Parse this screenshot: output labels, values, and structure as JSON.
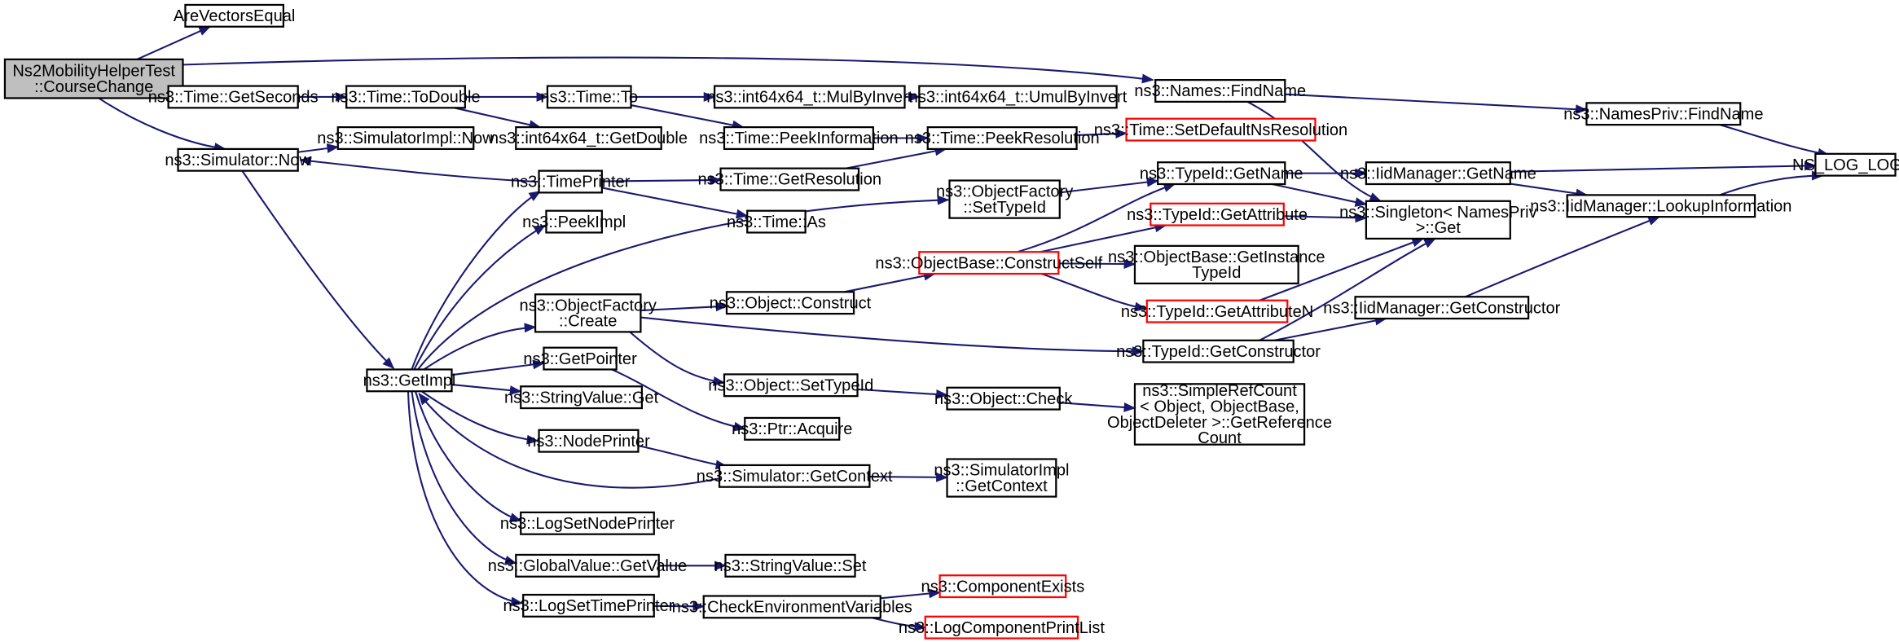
{
  "diagram": {
    "colors": {
      "edge": "#191970",
      "box_border": "#000000",
      "truncated_border": "#ff0000",
      "root_fill": "#bfbfbf",
      "box_fill": "#ffffff"
    },
    "nodes": {
      "root": {
        "lines": [
          "Ns2MobilityHelperTest",
          "::CourseChange"
        ],
        "style": "root"
      },
      "are_vectors_equal": {
        "lines": [
          "AreVectorsEqual"
        ]
      },
      "time_get_seconds": {
        "lines": [
          "ns3::Time::GetSeconds"
        ]
      },
      "time_to_double": {
        "lines": [
          "ns3::Time::ToDouble"
        ]
      },
      "time_to": {
        "lines": [
          "ns3::Time::To"
        ]
      },
      "int64_mul_by_invert": {
        "lines": [
          "ns3::int64x64_t::MulByInvert"
        ]
      },
      "int64_umul_by_invert": {
        "lines": [
          "ns3::int64x64_t::UmulByInvert"
        ]
      },
      "int64_get_double": {
        "lines": [
          "ns3::int64x64_t::GetDouble"
        ]
      },
      "time_peek_information": {
        "lines": [
          "ns3::Time::PeekInformation"
        ]
      },
      "time_peek_resolution": {
        "lines": [
          "ns3::Time::PeekResolution"
        ]
      },
      "time_set_default_ns_resolution": {
        "lines": [
          "ns3::Time::SetDefaultNsResolution"
        ],
        "style": "red"
      },
      "names_find_name": {
        "lines": [
          "ns3::Names::FindName"
        ]
      },
      "names_priv_find_name": {
        "lines": [
          "ns3::NamesPriv::FindName"
        ]
      },
      "ns_log_logic": {
        "lines": [
          "NS_LOG_LOGIC"
        ]
      },
      "simulator_now": {
        "lines": [
          "ns3::Simulator::Now"
        ]
      },
      "simulator_impl_now": {
        "lines": [
          "ns3::SimulatorImpl::Now"
        ]
      },
      "time_printer": {
        "lines": [
          "ns3::TimePrinter"
        ]
      },
      "time_get_resolution": {
        "lines": [
          "ns3::Time::GetResolution"
        ]
      },
      "time_as": {
        "lines": [
          "ns3::Time::As"
        ]
      },
      "peek_impl": {
        "lines": [
          "ns3::PeekImpl"
        ]
      },
      "object_factory_set_type_id": {
        "lines": [
          "ns3::ObjectFactory",
          "::SetTypeId"
        ]
      },
      "type_id_get_name": {
        "lines": [
          "ns3::TypeId::GetName"
        ]
      },
      "iid_manager_get_name": {
        "lines": [
          "ns3::IidManager::GetName"
        ]
      },
      "iid_manager_lookup_information": {
        "lines": [
          "ns3::IidManager::LookupInformation"
        ]
      },
      "singleton_get": {
        "lines": [
          "ns3::Singleton< NamesPriv",
          " >::Get"
        ]
      },
      "type_id_get_attribute": {
        "lines": [
          "ns3::TypeId::GetAttribute"
        ],
        "style": "red"
      },
      "object_base_construct_self": {
        "lines": [
          "ns3::ObjectBase::ConstructSelf"
        ],
        "style": "red"
      },
      "object_base_get_instance_type_id": {
        "lines": [
          "ns3::ObjectBase::GetInstance",
          "TypeId"
        ]
      },
      "type_id_get_attribute_n": {
        "lines": [
          "ns3::TypeId::GetAttributeN"
        ],
        "style": "red"
      },
      "object_factory_create": {
        "lines": [
          "ns3::ObjectFactory",
          "::Create"
        ]
      },
      "object_construct": {
        "lines": [
          "ns3::Object::Construct"
        ]
      },
      "iid_manager_get_constructor": {
        "lines": [
          "ns3::IidManager::GetConstructor"
        ]
      },
      "type_id_get_constructor": {
        "lines": [
          "ns3::TypeId::GetConstructor"
        ]
      },
      "get_impl": {
        "lines": [
          "ns3::GetImpl"
        ]
      },
      "get_pointer": {
        "lines": [
          "ns3::GetPointer"
        ]
      },
      "object_set_type_id": {
        "lines": [
          "ns3::Object::SetTypeId"
        ]
      },
      "object_check": {
        "lines": [
          "ns3::Object::Check"
        ]
      },
      "simple_ref_count": {
        "lines": [
          "ns3::SimpleRefCount",
          "< Object, ObjectBase,",
          " ObjectDeleter >::GetReference",
          "Count"
        ]
      },
      "string_value_get": {
        "lines": [
          "ns3::StringValue::Get"
        ]
      },
      "ptr_acquire": {
        "lines": [
          "ns3::Ptr::Acquire"
        ]
      },
      "node_printer": {
        "lines": [
          "ns3::NodePrinter"
        ]
      },
      "simulator_get_context": {
        "lines": [
          "ns3::Simulator::GetContext"
        ]
      },
      "simulator_impl_get_context": {
        "lines": [
          "ns3::SimulatorImpl",
          "::GetContext"
        ]
      },
      "log_set_node_printer": {
        "lines": [
          "ns3::LogSetNodePrinter"
        ]
      },
      "global_value_get_value": {
        "lines": [
          "ns3::GlobalValue::GetValue"
        ]
      },
      "string_value_set": {
        "lines": [
          "ns3::StringValue::Set"
        ]
      },
      "log_set_time_printer": {
        "lines": [
          "ns3::LogSetTimePrinter"
        ]
      },
      "check_environment_variables": {
        "lines": [
          "ns3::CheckEnvironmentVariables"
        ]
      },
      "component_exists": {
        "lines": [
          "ns3::ComponentExists"
        ],
        "style": "red"
      },
      "log_component_print_list": {
        "lines": [
          "ns3::LogComponentPrintList"
        ],
        "style": "red"
      }
    },
    "edges": [
      [
        "root",
        "are_vectors_equal"
      ],
      [
        "root",
        "names_find_name"
      ],
      [
        "root",
        "time_get_seconds"
      ],
      [
        "root",
        "simulator_now"
      ],
      [
        "time_get_seconds",
        "time_to_double"
      ],
      [
        "time_to_double",
        "time_to"
      ],
      [
        "time_to_double",
        "int64_get_double"
      ],
      [
        "time_to",
        "int64_mul_by_invert"
      ],
      [
        "time_to",
        "time_peek_information"
      ],
      [
        "int64_mul_by_invert",
        "int64_umul_by_invert"
      ],
      [
        "time_peek_information",
        "time_peek_resolution"
      ],
      [
        "time_peek_resolution",
        "time_set_default_ns_resolution"
      ],
      [
        "names_find_name",
        "names_priv_find_name"
      ],
      [
        "names_find_name",
        "singleton_get"
      ],
      [
        "names_priv_find_name",
        "ns_log_logic"
      ],
      [
        "simulator_now",
        "simulator_impl_now"
      ],
      [
        "simulator_now",
        "get_impl"
      ],
      [
        "time_printer",
        "simulator_now"
      ],
      [
        "time_printer",
        "time_get_resolution"
      ],
      [
        "time_printer",
        "time_as"
      ],
      [
        "time_get_resolution",
        "time_peek_resolution"
      ],
      [
        "get_impl",
        "time_printer"
      ],
      [
        "get_impl",
        "peek_impl"
      ],
      [
        "get_impl",
        "object_factory_set_type_id"
      ],
      [
        "get_impl",
        "object_factory_create"
      ],
      [
        "get_impl",
        "get_pointer"
      ],
      [
        "get_impl",
        "string_value_get"
      ],
      [
        "get_impl",
        "node_printer"
      ],
      [
        "get_impl",
        "log_set_node_printer"
      ],
      [
        "get_impl",
        "global_value_get_value"
      ],
      [
        "get_impl",
        "log_set_time_printer"
      ],
      [
        "simulator_get_context",
        "get_impl"
      ],
      [
        "object_factory_set_type_id",
        "type_id_get_name"
      ],
      [
        "type_id_get_name",
        "iid_manager_get_name"
      ],
      [
        "type_id_get_name",
        "singleton_get"
      ],
      [
        "iid_manager_get_name",
        "ns_log_logic"
      ],
      [
        "iid_manager_get_name",
        "iid_manager_lookup_information"
      ],
      [
        "iid_manager_lookup_information",
        "ns_log_logic"
      ],
      [
        "object_base_construct_self",
        "type_id_get_name"
      ],
      [
        "object_base_construct_self",
        "type_id_get_attribute"
      ],
      [
        "object_base_construct_self",
        "object_base_get_instance_type_id"
      ],
      [
        "object_base_construct_self",
        "type_id_get_attribute_n"
      ],
      [
        "type_id_get_attribute",
        "singleton_get"
      ],
      [
        "type_id_get_attribute_n",
        "singleton_get"
      ],
      [
        "object_factory_create",
        "object_construct"
      ],
      [
        "object_factory_create",
        "type_id_get_constructor"
      ],
      [
        "object_factory_create",
        "object_set_type_id"
      ],
      [
        "object_construct",
        "object_base_construct_self"
      ],
      [
        "type_id_get_constructor",
        "singleton_get"
      ],
      [
        "type_id_get_constructor",
        "iid_manager_get_constructor"
      ],
      [
        "iid_manager_get_constructor",
        "iid_manager_lookup_information"
      ],
      [
        "get_pointer",
        "ptr_acquire"
      ],
      [
        "object_set_type_id",
        "object_check"
      ],
      [
        "object_check",
        "simple_ref_count"
      ],
      [
        "node_printer",
        "simulator_get_context"
      ],
      [
        "simulator_get_context",
        "simulator_impl_get_context"
      ],
      [
        "global_value_get_value",
        "string_value_set"
      ],
      [
        "log_set_time_printer",
        "check_environment_variables"
      ],
      [
        "check_environment_variables",
        "component_exists"
      ],
      [
        "check_environment_variables",
        "log_component_print_list"
      ]
    ]
  }
}
